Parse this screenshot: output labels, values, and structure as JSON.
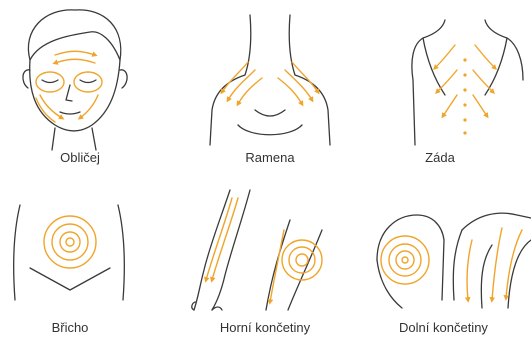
{
  "colors": {
    "accent": "#f0a52a",
    "outline": "#3a3a3a",
    "caption": "#333333",
    "background": "#ffffff"
  },
  "items": [
    {
      "label": "Obličej",
      "icon": "face-massage-icon"
    },
    {
      "label": "Ramena",
      "icon": "shoulders-massage-icon"
    },
    {
      "label": "Záda",
      "icon": "back-massage-icon"
    },
    {
      "label": "Břicho",
      "icon": "belly-massage-icon"
    },
    {
      "label": "Horní končetiny",
      "icon": "arms-massage-icon"
    },
    {
      "label": "Dolní končetiny",
      "icon": "legs-massage-icon"
    }
  ]
}
